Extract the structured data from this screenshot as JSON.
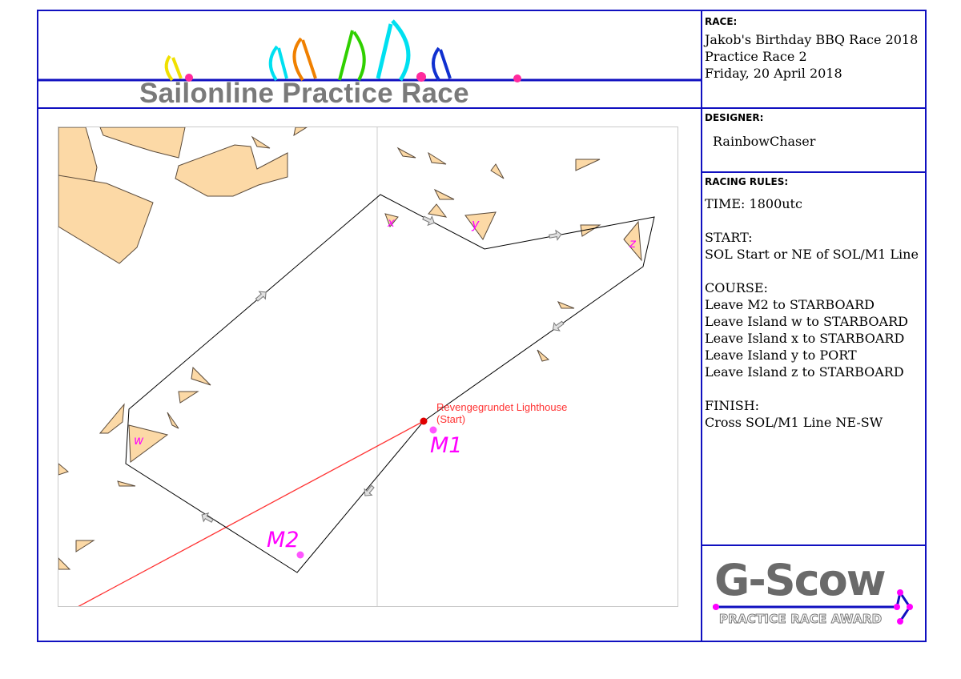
{
  "header": {
    "title": "Sailonline Practice Race"
  },
  "race_panel": {
    "label": "RACE:",
    "lines": [
      "Jakob's Birthday BBQ Race 2018",
      "Practice Race 2",
      "Friday, 20 April 2018"
    ]
  },
  "designer_panel": {
    "label": "DESIGNER:",
    "name": "RainbowChaser"
  },
  "rules_panel": {
    "label": "RACING RULES:",
    "time": "TIME: 1800utc",
    "start_heading": "START:",
    "start_text": "SOL Start or NE of SOL/M1 Line",
    "course_heading": "COURSE:",
    "course_lines": [
      "Leave M2 to STARBOARD",
      "Leave Island w to STARBOARD",
      "Leave Island x to STARBOARD",
      "Leave Island y to PORT",
      "Leave Island z to STARBOARD"
    ],
    "finish_heading": "FINISH:",
    "finish_text": "Cross SOL/M1 Line NE-SW"
  },
  "award": {
    "title": "G-Scow",
    "subtitle": "PRACTICE RACE AWARD"
  },
  "map": {
    "lighthouse_label": "Revengegrundet Lighthouse",
    "start_label": "(Start)",
    "marks": {
      "m1": "M1",
      "m2": "M2"
    },
    "islands": {
      "w": "w",
      "x": "x",
      "y": "y",
      "z": "z"
    },
    "colors": {
      "land": "#fcd9a6",
      "route": "#000000",
      "start_line": "#ff3333",
      "mark": "#ff00ff"
    }
  }
}
